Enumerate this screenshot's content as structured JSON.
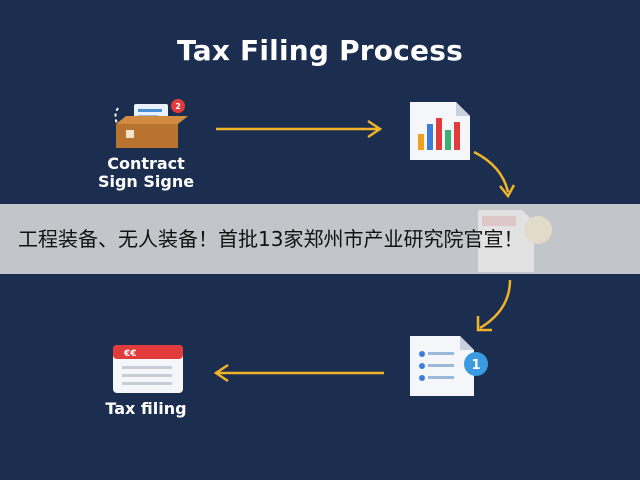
{
  "diagram": {
    "title": "Tax Filing Process",
    "steps": [
      {
        "label": "Contract\nSign Signe",
        "icon": "box-document-icon"
      },
      {
        "label": "",
        "icon": "bar-chart-document-icon"
      },
      {
        "label": "",
        "icon": "table-document-icon"
      },
      {
        "label": "",
        "icon": "list-document-icon"
      },
      {
        "label": "Tax filing",
        "icon": "form-document-icon"
      }
    ],
    "badges": {
      "list_doc": "1",
      "box_doc": "2"
    },
    "accent_color": "#f0b429",
    "background_color": "#1b2e4f"
  },
  "banner": {
    "text": "工程装备、无人装备！首批13家郑州市产业研究院官宣！"
  }
}
